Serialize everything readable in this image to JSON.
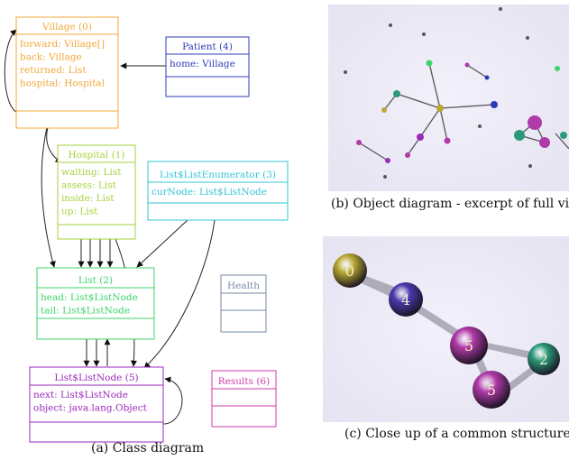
{
  "class_diagram": {
    "caption": "(a) Class diagram",
    "classes": [
      {
        "id": "village",
        "title": "Village (0)",
        "color": "#f2a83a",
        "fields": [
          "forward: Village[]",
          "back: Village",
          "returned: List",
          "hospital: Hospital"
        ]
      },
      {
        "id": "patient",
        "title": "Patient (4)",
        "color": "#2c3cb8",
        "fields": [
          "home: Village"
        ]
      },
      {
        "id": "hospital",
        "title": "Hospital (1)",
        "color": "#a6d23c",
        "fields": [
          "waiting: List",
          "assess: List",
          "inside: List",
          "up: List"
        ]
      },
      {
        "id": "listenum",
        "title": "List$ListEnumerator (3)",
        "color": "#33c4d4",
        "fields": [
          "curNode: List$ListNode"
        ]
      },
      {
        "id": "list",
        "title": "List (2)",
        "color": "#3fd46a",
        "fields": [
          "head: List$ListNode",
          "tail: List$ListNode"
        ]
      },
      {
        "id": "health",
        "title": "Health",
        "color": "#7a8aa6",
        "fields": []
      },
      {
        "id": "listnode",
        "title": "List$ListNode (5)",
        "color": "#9a2ab8",
        "fields": [
          "next: List$ListNode",
          "object: java.lang.Object"
        ]
      },
      {
        "id": "results",
        "title": "Results (6)",
        "color": "#d23aa8",
        "fields": []
      }
    ]
  },
  "object_diagram": {
    "caption": "(b) Object diagram - excerpt of full view"
  },
  "closeup": {
    "caption": "(c) Close up of a common structure",
    "nodes": [
      {
        "label": "0",
        "color": "#b8a832"
      },
      {
        "label": "4",
        "color": "#4a3ab0"
      },
      {
        "label": "5",
        "color": "#b03aa8"
      },
      {
        "label": "2",
        "color": "#2a9a7a"
      },
      {
        "label": "5",
        "color": "#b03aa8"
      }
    ]
  }
}
